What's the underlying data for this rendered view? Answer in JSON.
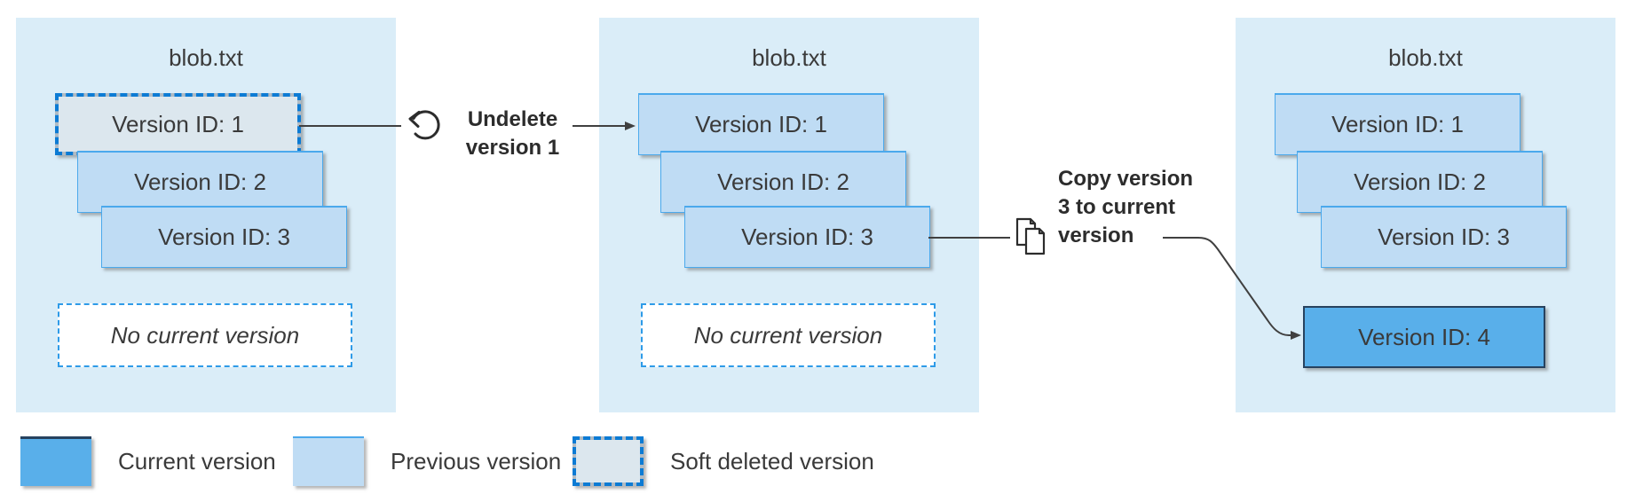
{
  "colors": {
    "canvas-bg": "#FFFFFF",
    "panel-bg": "#DAEDF8",
    "previous-fill": "#BFDCF4",
    "previous-border": "#4BA9EC",
    "current-fill": "#59AFEA",
    "current-border": "#27425F",
    "soft-fill": "#DCE7EE",
    "soft-border-gray": "#B1BBC3",
    "soft-border-blue": "#0C7BD4",
    "empty-border": "#2E9BE8",
    "connector": "#404040",
    "text": "#3A3A3A"
  },
  "panels": [
    {
      "title": "blob.txt",
      "versions": [
        {
          "label": "Version ID: 1",
          "state": "soft-deleted"
        },
        {
          "label": "Version ID: 2",
          "state": "previous"
        },
        {
          "label": "Version ID: 3",
          "state": "previous"
        }
      ],
      "placeholder": {
        "label": "No current version"
      }
    },
    {
      "title": "blob.txt",
      "versions": [
        {
          "label": "Version ID: 1",
          "state": "previous"
        },
        {
          "label": "Version ID: 2",
          "state": "previous"
        },
        {
          "label": "Version ID: 3",
          "state": "previous"
        }
      ],
      "placeholder": {
        "label": "No current version"
      }
    },
    {
      "title": "blob.txt",
      "versions": [
        {
          "label": "Version ID: 1",
          "state": "previous"
        },
        {
          "label": "Version ID: 2",
          "state": "previous"
        },
        {
          "label": "Version ID: 3",
          "state": "previous"
        },
        {
          "label": "Version ID: 4",
          "state": "current"
        }
      ]
    }
  ],
  "operations": [
    {
      "label": "Undelete version 1",
      "icon": "undo-icon"
    },
    {
      "label": "Copy version 3 to current version",
      "icon": "copy-icon"
    }
  ],
  "legend": [
    {
      "label": "Current version",
      "state": "current"
    },
    {
      "label": "Previous version",
      "state": "previous"
    },
    {
      "label": "Soft deleted version",
      "state": "soft-deleted"
    }
  ]
}
